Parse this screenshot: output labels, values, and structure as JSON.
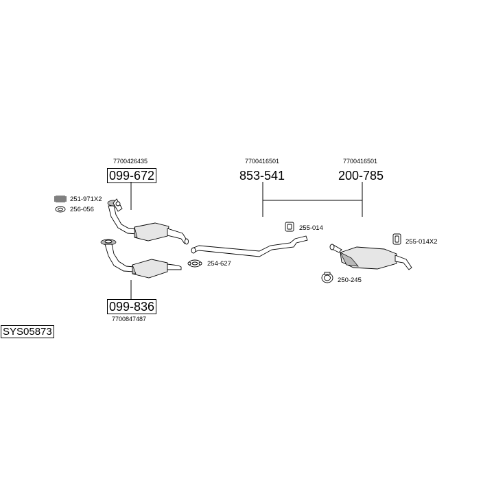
{
  "system_code": "SYS05873",
  "parts": {
    "cat_upper": {
      "part_number": "099-672",
      "oem": "7700426435"
    },
    "cat_lower": {
      "part_number": "099-836",
      "oem": "7700847487"
    },
    "middle_pipe": {
      "part_number": "853-541",
      "oem": "7700416501"
    },
    "rear_silencer": {
      "part_number": "200-785",
      "oem": "7700416501"
    }
  },
  "accessories": {
    "spring": "251-971X2",
    "gasket": "256-056",
    "clamp": "254-627",
    "hanger_middle": "255-014",
    "hanger_rear": "255-014X2",
    "ring_clamp": "250-245"
  }
}
